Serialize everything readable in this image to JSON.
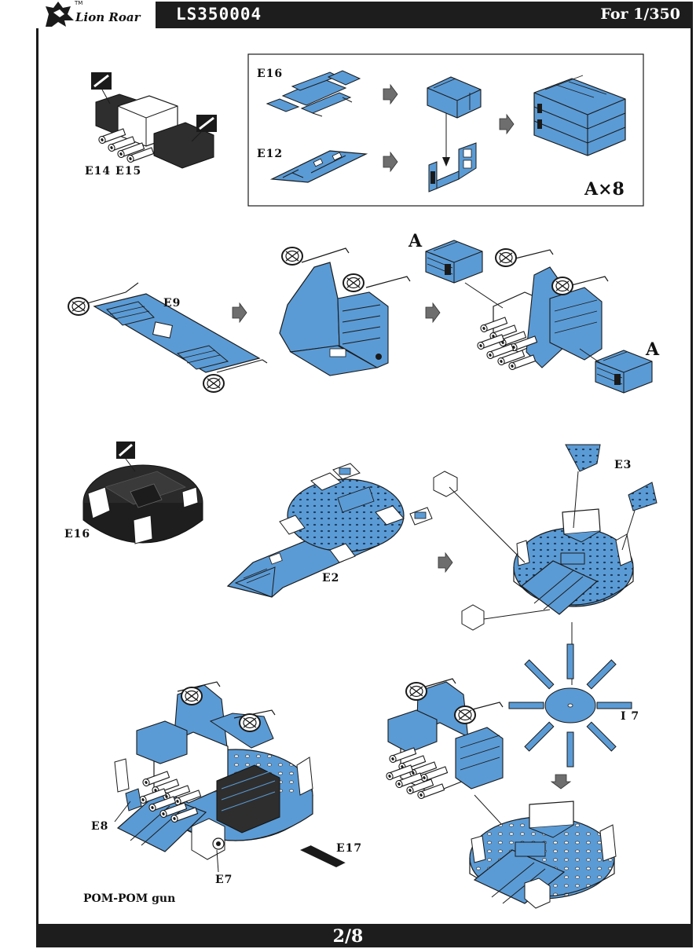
{
  "header": {
    "brand": "Lion Roar",
    "trademark": "TM",
    "product_code": "LS350004",
    "scale": "For 1/350"
  },
  "footer": {
    "page": "2/8"
  },
  "labels": {
    "e14_e15": "E14 E15",
    "e16_top": "E16",
    "e12": "E12",
    "ax8": "A×8",
    "e9": "E9",
    "a1": "A",
    "a2": "A",
    "e16_mid": "E16",
    "e2": "E2",
    "e3": "E3",
    "i7": "I 7",
    "e8": "E8",
    "e7": "E7",
    "e17": "E17",
    "caption": "POM-POM gun"
  },
  "colors": {
    "part_blue": "#5b9bd5",
    "header_black": "#1d1d1d",
    "outline": "#1a1a1a",
    "gun_body": "#ffffff",
    "dark_part": "#2e2e2e"
  }
}
